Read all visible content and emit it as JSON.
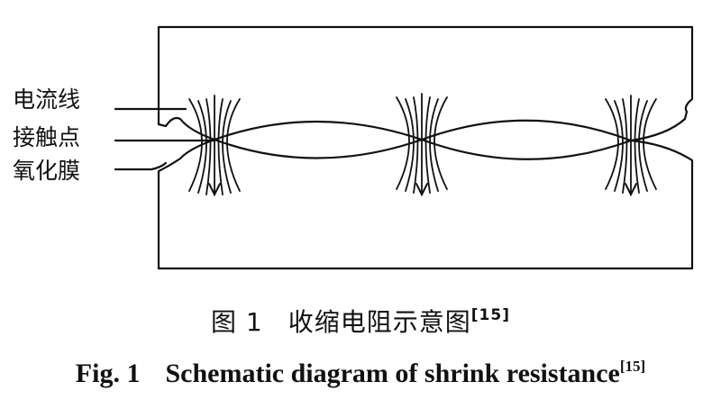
{
  "labels": {
    "current_lines": "电流线",
    "contact_point": "接触点",
    "oxide_film": "氧化膜"
  },
  "caption": {
    "cn_fig": "图 1",
    "cn_title": "收缩电阻示意图",
    "en_fig": "Fig. 1",
    "en_title": "Schematic diagram of shrink resistance",
    "ref": "[15]"
  },
  "colors": {
    "ink": "#111111",
    "background": "#ffffff"
  }
}
